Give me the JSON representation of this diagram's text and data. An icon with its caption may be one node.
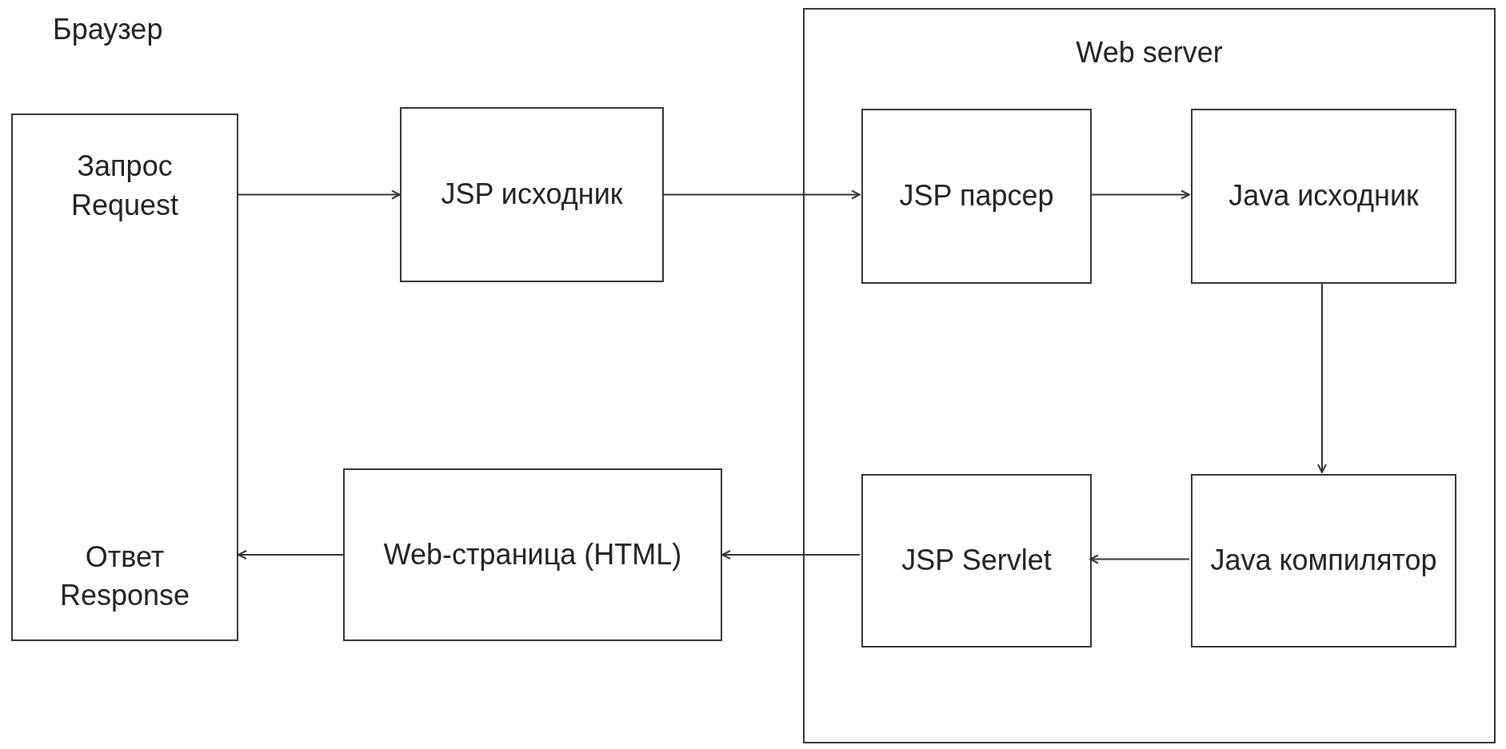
{
  "diagram": {
    "nodes": [
      {
        "text": [
          "Браузер",
          "Запрос Request",
          "Ответ Response"
        ]
      },
      {
        "text": [
          "JSP исходник"
        ]
      },
      {
        "text": [
          "Web server"
        ]
      },
      {
        "text": [
          "JSP парсер"
        ],
        "in": 2
      },
      {
        "text": [
          "Java исходник"
        ],
        "in": 2
      },
      {
        "text": [
          "Java компилятор"
        ],
        "in": 2
      },
      {
        "text": [
          "JSP Servlet"
        ],
        "in": 2
      },
      {
        "text": [
          "Web-страница (HTML)"
        ]
      }
    ],
    "edges": [
      {
        "from": 0,
        "to": 1,
        "arrow": "to"
      },
      {
        "from": 1,
        "to": 3,
        "arrow": "to"
      },
      {
        "from": 3,
        "to": 4,
        "arrow": "to"
      },
      {
        "from": 4,
        "to": 5,
        "arrow": "to"
      },
      {
        "from": 5,
        "to": 6,
        "arrow": "to"
      },
      {
        "from": 6,
        "to": 7,
        "arrow": "to"
      },
      {
        "from": 7,
        "to": 0,
        "arrow": "to"
      }
    ]
  }
}
